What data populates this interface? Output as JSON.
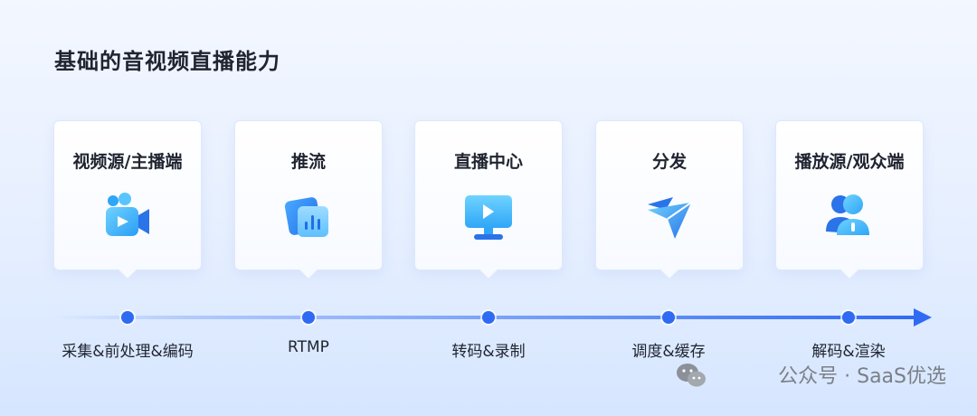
{
  "title": "基础的音视频直播能力",
  "stages": [
    {
      "card_title": "视频源/主播端",
      "icon": "video-camera-icon",
      "label": "采集&前处理&编码"
    },
    {
      "card_title": "推流",
      "icon": "bar-chart-cards-icon",
      "label": "RTMP"
    },
    {
      "card_title": "直播中心",
      "icon": "monitor-play-icon",
      "label": "转码&录制"
    },
    {
      "card_title": "分发",
      "icon": "paper-plane-icon",
      "label": "调度&缓存"
    },
    {
      "card_title": "播放源/观众端",
      "icon": "users-icon",
      "label": "解码&渲染"
    }
  ],
  "watermark": "公众号 · SaaS优选",
  "colors": {
    "accent": "#2f6bf2",
    "icon_light": "#58c5ff",
    "icon_mid": "#2fa6f7",
    "text": "#1f2430"
  }
}
